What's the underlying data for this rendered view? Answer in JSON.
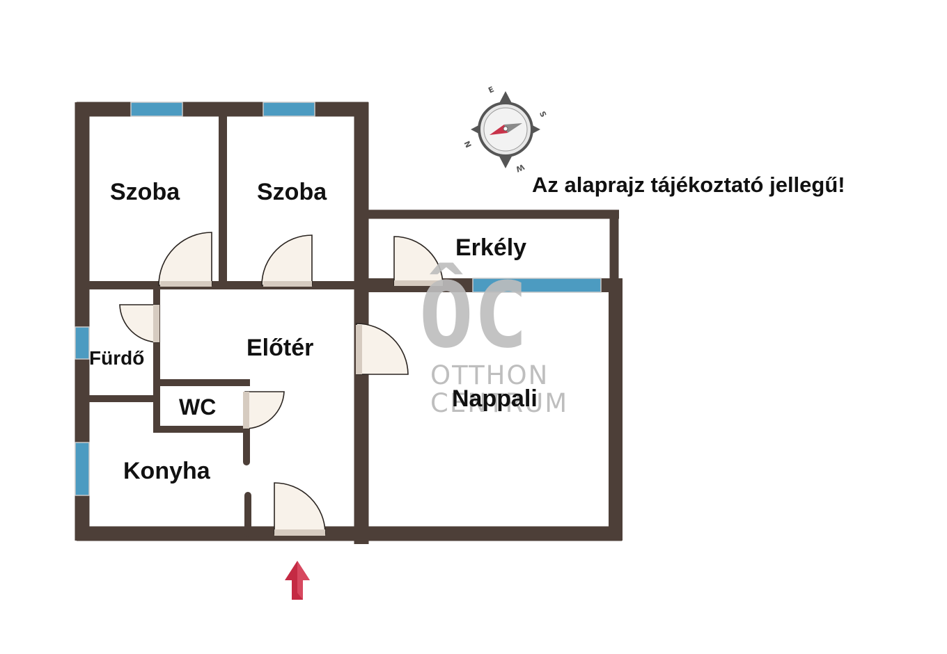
{
  "rooms": {
    "szoba1": "Szoba",
    "szoba2": "Szoba",
    "erkely": "Erkély",
    "furdo": "Fürdő",
    "eloter": "Előtér",
    "wc": "WC",
    "nappali": "Nappali",
    "konyha": "Konyha"
  },
  "disclaimer": "Az alaprajz tájékoztató jellegű!",
  "compass": {
    "e": "E",
    "s": "S",
    "n": "N",
    "w": "W"
  },
  "watermark": {
    "logo": "ÔC",
    "line1": "OTTHON",
    "line2": "CENTRUM"
  },
  "colors": {
    "wall": "#4d3f38",
    "window": "#4c9bc1",
    "door_fill": "#f8f2ea",
    "door_threshold": "#d6cbc0",
    "entrance_arrow": "#c42a43",
    "compass_needle": "#c8334a"
  }
}
